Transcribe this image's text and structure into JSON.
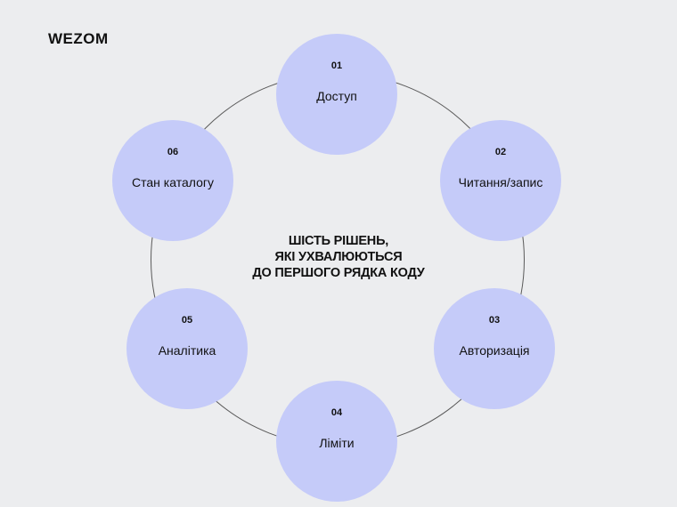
{
  "logo": {
    "text": "WEZOM"
  },
  "center_title": {
    "lines": [
      "ШІСТЬ РІШЕНЬ,",
      "ЯКІ УХВАЛЮЮТЬСЯ",
      "ДО ПЕРШОГО РЯДКА КОДУ"
    ]
  },
  "colors": {
    "background": "#ecedef",
    "node_fill": "#c5cbf9",
    "ring_stroke": "#5a5a5a",
    "text": "#111111"
  },
  "nodes": [
    {
      "num": "01",
      "label": "Доступ"
    },
    {
      "num": "02",
      "label": "Читання/запис"
    },
    {
      "num": "03",
      "label": "Авторизація"
    },
    {
      "num": "04",
      "label": "Ліміти"
    },
    {
      "num": "05",
      "label": "Аналітика"
    },
    {
      "num": "06",
      "label": "Стан каталогу"
    }
  ]
}
